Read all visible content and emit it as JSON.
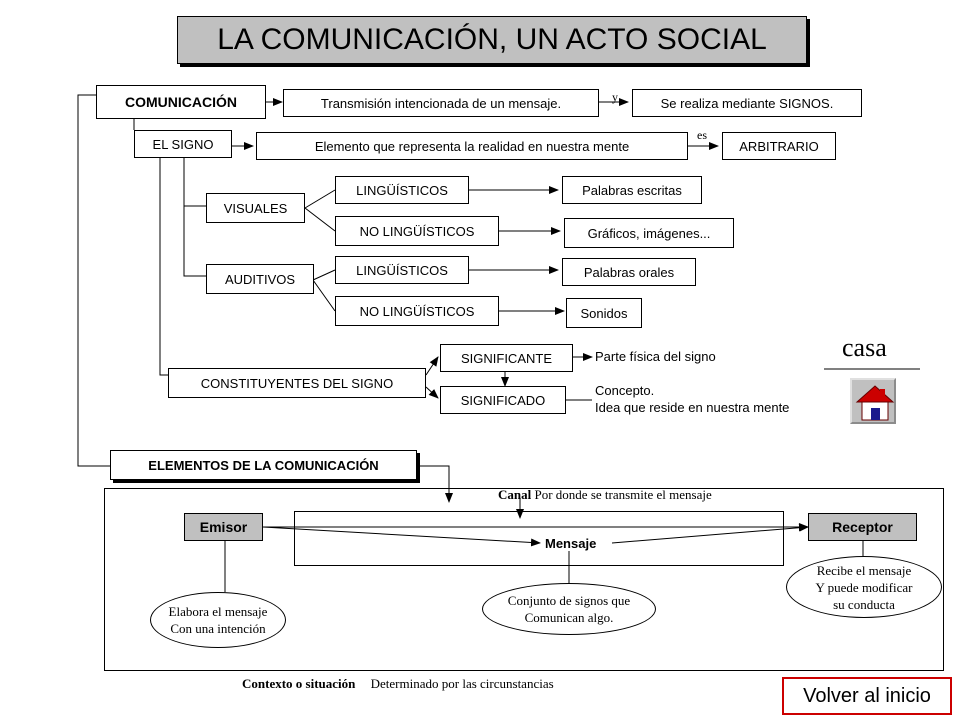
{
  "title": "LA COMUNICACIÓN, UN ACTO SOCIAL",
  "comunicacion": {
    "label": "COMUNICACIÓN",
    "def": "Transmisión intencionada de un mensaje.",
    "connector": "y",
    "signos": "Se realiza mediante SIGNOS."
  },
  "signo": {
    "label": "EL SIGNO",
    "def": "Elemento que representa la realidad en nuestra mente",
    "connector": "es",
    "arbitrario": "ARBITRARIO"
  },
  "visuales": {
    "label": "VISUALES",
    "ling": "LINGÜÍSTICOS",
    "noling": "NO LINGÜÍSTICOS",
    "ling_ex": "Palabras escritas",
    "noling_ex": "Gráficos, imágenes..."
  },
  "auditivos": {
    "label": "AUDITIVOS",
    "ling": "LINGÜÍSTICOS",
    "noling": "NO LINGÜÍSTICOS",
    "ling_ex": "Palabras orales",
    "noling_ex": "Sonidos"
  },
  "constituyentes": {
    "label": "CONSTITUYENTES DEL SIGNO",
    "significante": "SIGNIFICANTE",
    "significante_def": "Parte física del signo",
    "significado": "SIGNIFICADO",
    "significado_def_1": "Concepto.",
    "significado_def_2": "Idea que reside en nuestra mente"
  },
  "casa": {
    "label": "casa",
    "icon": "house-icon"
  },
  "elementos": {
    "label": "ELEMENTOS DE LA COMUNICACIÓN",
    "canal_label": "Canal",
    "canal_def": "Por donde se transmite el mensaje",
    "emisor": "Emisor",
    "receptor": "Receptor",
    "mensaje": "Mensaje",
    "emisor_note_1": "Elabora el mensaje",
    "emisor_note_2": "Con una intención",
    "mensaje_note_1": "Conjunto de signos que",
    "mensaje_note_2": "Comunican algo.",
    "receptor_note_1": "Recibe el mensaje",
    "receptor_note_2": "Y puede modificar",
    "receptor_note_3": "su conducta",
    "contexto_label": "Contexto o situación",
    "contexto_def": "Determinado por las circunstancias"
  },
  "nav": {
    "volver": "Volver al inicio"
  },
  "colors": {
    "grey_box": "#c0c0c0",
    "volver_border": "#cc0000",
    "house_roof": "#cc0000",
    "house_body": "#ffffff",
    "button_bg": "#c0c0c0"
  }
}
